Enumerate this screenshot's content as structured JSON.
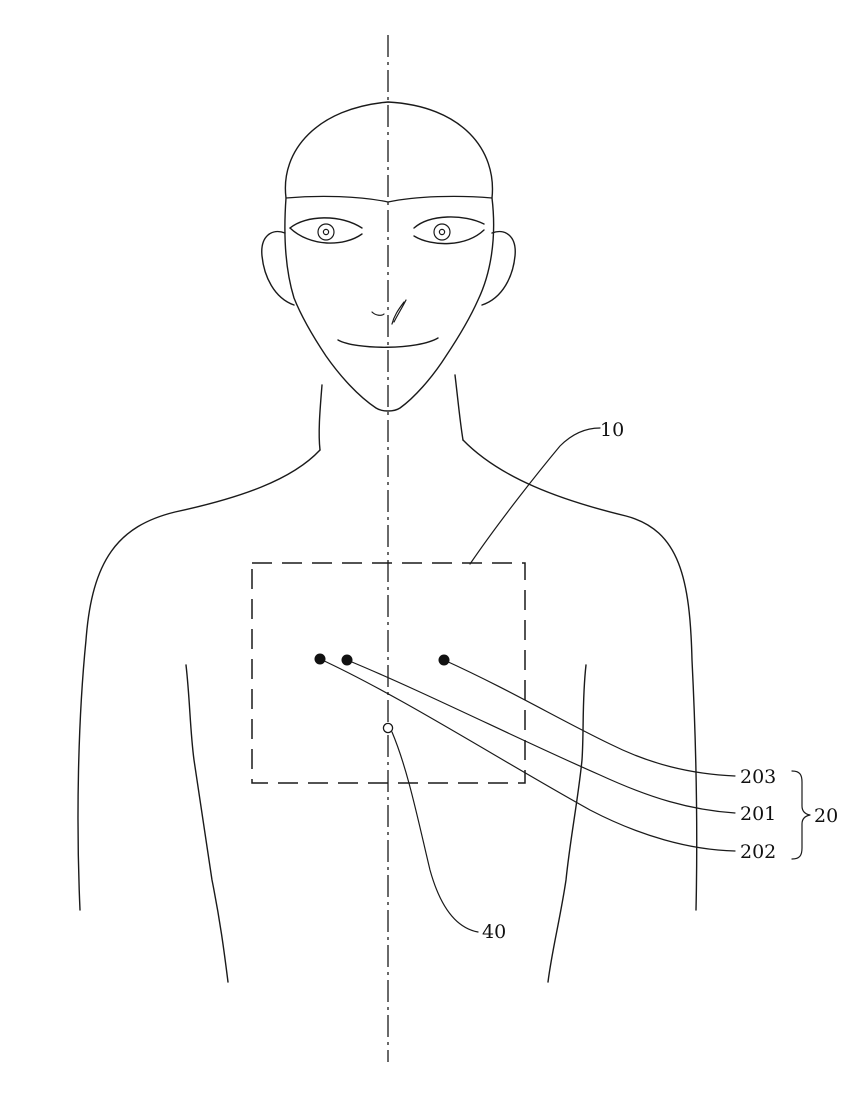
{
  "diagram": {
    "labels": {
      "region": "10",
      "group": "20",
      "electrode_1": "201",
      "electrode_2": "202",
      "electrode_3": "203",
      "reference_point": "40"
    }
  }
}
